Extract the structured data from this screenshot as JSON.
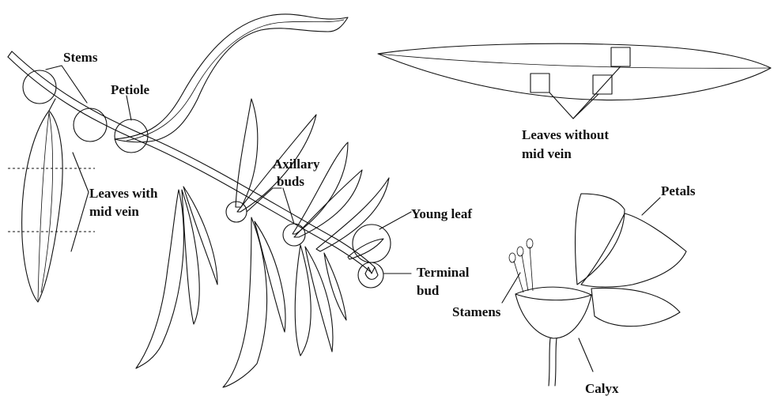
{
  "labels": {
    "stems": "Stems",
    "petiole": "Petiole",
    "leaves_with_mid_vein_1": "Leaves with",
    "leaves_with_mid_vein_2": "mid vein",
    "axillary_buds_1": "Axillary",
    "axillary_buds_2": "buds",
    "young_leaf": "Young leaf",
    "terminal_bud_1": "Terminal",
    "terminal_bud_2": "bud",
    "leaves_without_mid_vein_1": "Leaves without",
    "leaves_without_mid_vein_2": "mid vein",
    "petals": "Petals",
    "stamens": "Stamens",
    "calyx": "Calyx"
  }
}
